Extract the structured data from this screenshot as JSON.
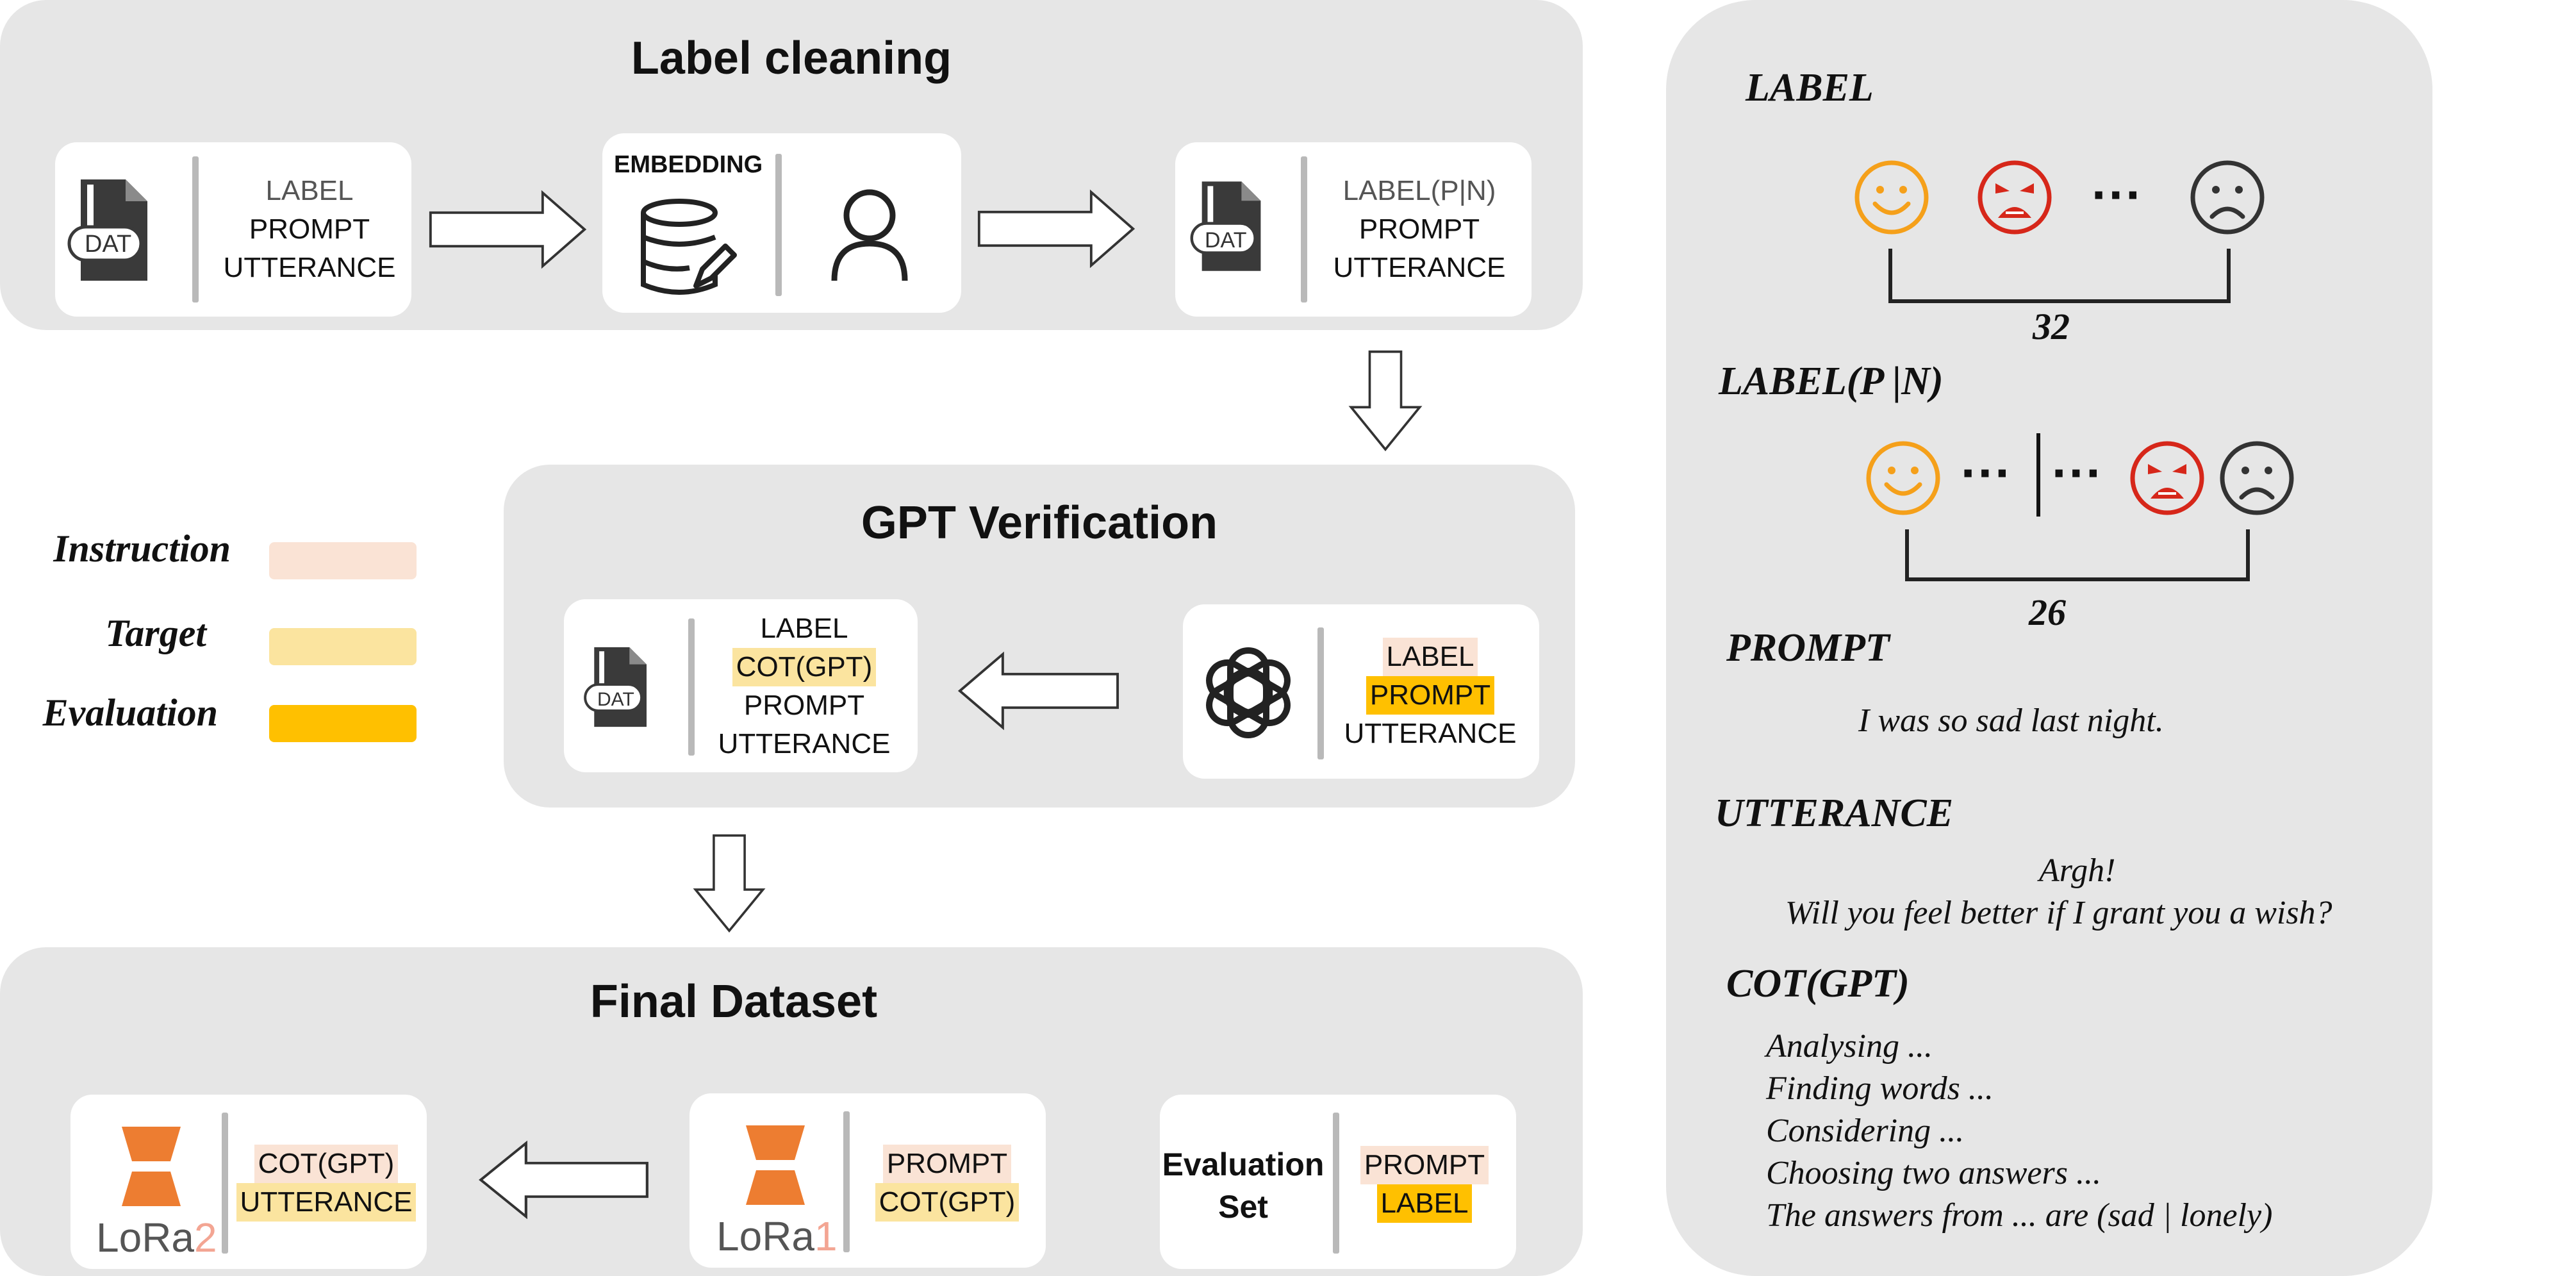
{
  "colors": {
    "panel_bg": "#e6e6e6",
    "instruction": "#fae3d5",
    "target": "#fbe49f",
    "evaluation": "#ffc000",
    "lora_orange": "#ed7d31",
    "emoji_happy": "#f5a01a",
    "emoji_angry": "#d6271a",
    "emoji_sad": "#333333"
  },
  "label_cleaning": {
    "title": "Label cleaning",
    "card1": {
      "icon_text": "DAT",
      "lines": [
        "LABEL",
        "PROMPT",
        "UTTERANCE"
      ]
    },
    "card2": {
      "caption": "EMBEDDING",
      "icons": [
        "database-edit-icon",
        "user-icon"
      ]
    },
    "card3": {
      "icon_text": "DAT",
      "lines": [
        "LABEL(P|N)",
        "PROMPT",
        "UTTERANCE"
      ]
    }
  },
  "gpt_verification": {
    "title": "GPT Verification",
    "left_card": {
      "icon_text": "DAT",
      "lines": [
        "LABEL",
        "COT(GPT)",
        "PROMPT",
        "UTTERANCE"
      ]
    },
    "right_card": {
      "icon": "openai-icon",
      "lines": [
        "LABEL",
        "PROMPT",
        "UTTERANCE"
      ]
    }
  },
  "legend": {
    "instruction": "Instruction",
    "target": "Target",
    "evaluation": "Evaluation"
  },
  "final_dataset": {
    "title": "Final Dataset",
    "lora2": {
      "name": "LoRa",
      "num": "2",
      "lines": [
        "COT(GPT)",
        "UTTERANCE"
      ]
    },
    "lora1": {
      "name": "LoRa",
      "num": "1",
      "lines": [
        "PROMPT",
        "COT(GPT)"
      ]
    },
    "evaluation_set": {
      "title_line1": "Evaluation",
      "title_line2": "Set",
      "lines": [
        "PROMPT",
        "LABEL"
      ]
    }
  },
  "right_panel": {
    "label_heading": "LABEL",
    "label_count": "32",
    "label_pn_heading": "LABEL(P |N)",
    "label_pn_count": "26",
    "ellipsis": "···",
    "prompt_heading": "PROMPT",
    "prompt_example": "I was so sad last night.",
    "utterance_heading": "UTTERANCE",
    "utterance_line1": "Argh!",
    "utterance_line2": "Will you feel better if I grant you a wish?",
    "cot_heading": "COT(GPT)",
    "cot_lines": [
      "Analysing ...",
      "Finding words ...",
      "Considering ...",
      "Choosing two answers ...",
      "The answers from ... are (sad | lonely)"
    ]
  }
}
